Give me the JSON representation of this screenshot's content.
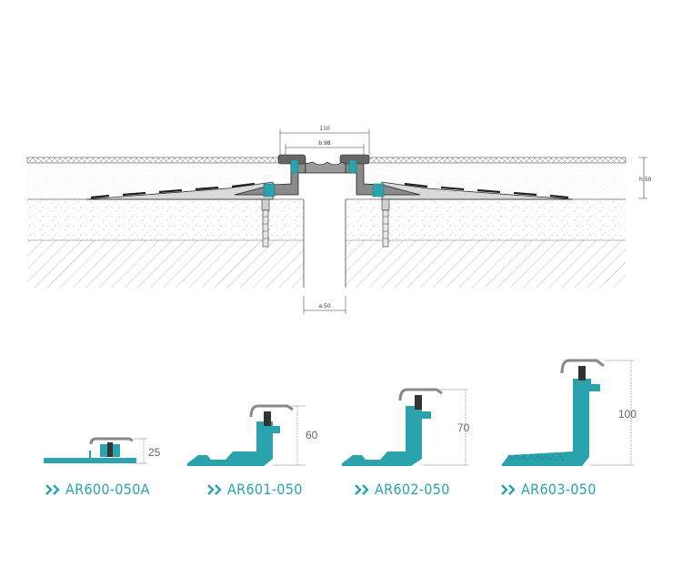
{
  "colors": {
    "accent": "#2aa3ad",
    "profile_dark": "#555555",
    "hatch": "#9a9a9a",
    "line": "#222222"
  },
  "section": {
    "dim_total": "110",
    "dim_b": "b:98",
    "dim_h": "h:50",
    "dim_a": "a:50"
  },
  "products": [
    {
      "code": "AR600-050A",
      "height": "25",
      "icon": "double-chevron-icon"
    },
    {
      "code": "AR601-050",
      "height": "60",
      "icon": "double-chevron-icon"
    },
    {
      "code": "AR602-050",
      "height": "70",
      "icon": "double-chevron-icon"
    },
    {
      "code": "AR603-050",
      "height": "100",
      "icon": "double-chevron-icon"
    }
  ]
}
